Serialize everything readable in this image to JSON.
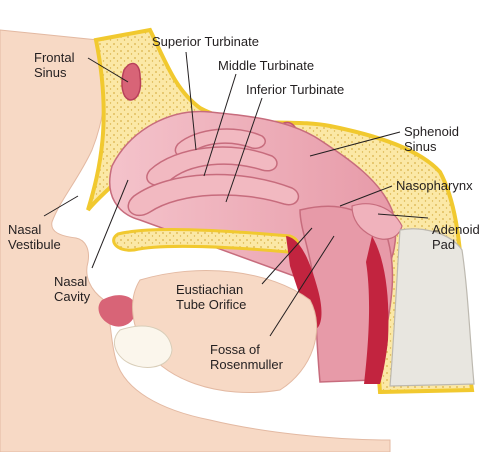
{
  "labels": {
    "frontal_sinus": [
      "Frontal",
      "Sinus"
    ],
    "superior_turbinate": "Superior Turbinate",
    "middle_turbinate": "Middle Turbinate",
    "inferior_turbinate": "Inferior Turbinate",
    "sphenoid_sinus": [
      "Sphenoid",
      "Sinus"
    ],
    "nasopharynx": "Nasopharynx",
    "nasal_vestibule": [
      "Nasal",
      "Vestibule"
    ],
    "adenoid_pad": [
      "Adenoid",
      "Pad"
    ],
    "nasal_cavity": [
      "Nasal",
      "Cavity"
    ],
    "eustachian_tube_orifice": [
      "Eustiachian",
      "Tube Orifice"
    ],
    "fossa_of_rosenmuller": [
      "Fossa of",
      "Rosenmuller"
    ]
  },
  "colors": {
    "skin": "#f7d9c5",
    "bone_fill": "#fbe8a6",
    "bone_edge": "#f1c92f",
    "cavity": "#e9a3ae",
    "cavity_dark": "#c76c7d",
    "turbinate": "#f2b9c1",
    "muscle": "#c2243f",
    "leader": "#231f20"
  }
}
